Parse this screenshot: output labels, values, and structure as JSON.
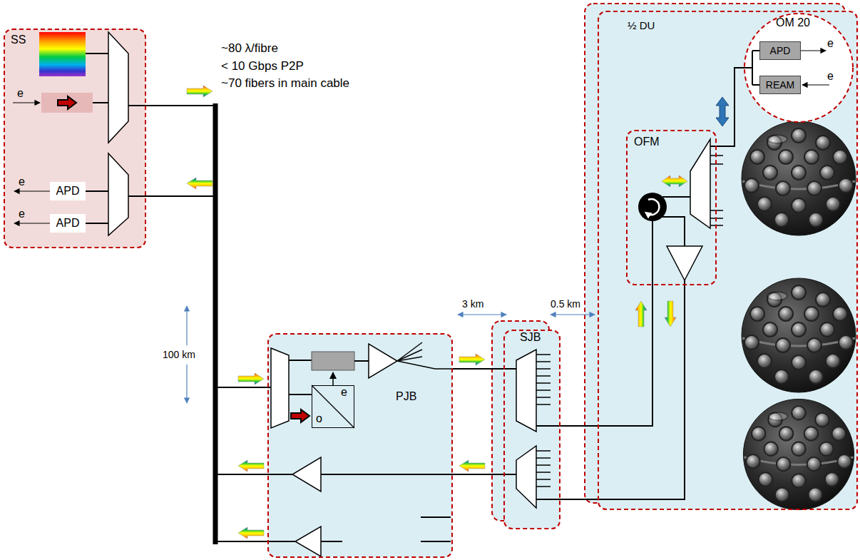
{
  "diagram": {
    "nodes": [
      {
        "text": [
          "SS"
        ]
      },
      {
        "text": [
          "APD"
        ],
        "in": 0
      },
      {
        "text": [
          "APD"
        ],
        "in": 0
      },
      {
        "text": [
          "PJB"
        ]
      },
      {
        "text": [
          "e",
          "o"
        ],
        "in": 3
      },
      {
        "text": [
          "SJB"
        ]
      },
      {
        "text": [
          "½ DU"
        ]
      },
      {
        "text": [
          "OFM"
        ],
        "in": 6
      },
      {
        "text": [
          "OM 20"
        ],
        "in": 6
      },
      {
        "text": [
          "APD"
        ],
        "in": 8
      },
      {
        "text": [
          "REAM"
        ],
        "in": 8
      }
    ],
    "edges": [
      {
        "from": 0,
        "to": 3,
        "arrow": "none"
      },
      {
        "from": 3,
        "to": 0,
        "arrow": "none"
      },
      {
        "from": 3,
        "to": 0,
        "arrow": "none"
      },
      {
        "from": 3,
        "to": 5,
        "arrow": "none"
      },
      {
        "from": 5,
        "to": 3,
        "arrow": "none"
      },
      {
        "from": 5,
        "to": 7,
        "arrow": "none"
      },
      {
        "from": 7,
        "to": 5,
        "arrow": "none"
      },
      {
        "from": 7,
        "to": 8,
        "arrow": "none"
      }
    ],
    "labels": [
      "~80 λ/fibre",
      "< 10 Gbps P2P",
      "~70 fibers in main cable",
      "e",
      "e",
      "e",
      "100 km",
      "3 km",
      "0.5 km",
      "e",
      "e"
    ]
  }
}
